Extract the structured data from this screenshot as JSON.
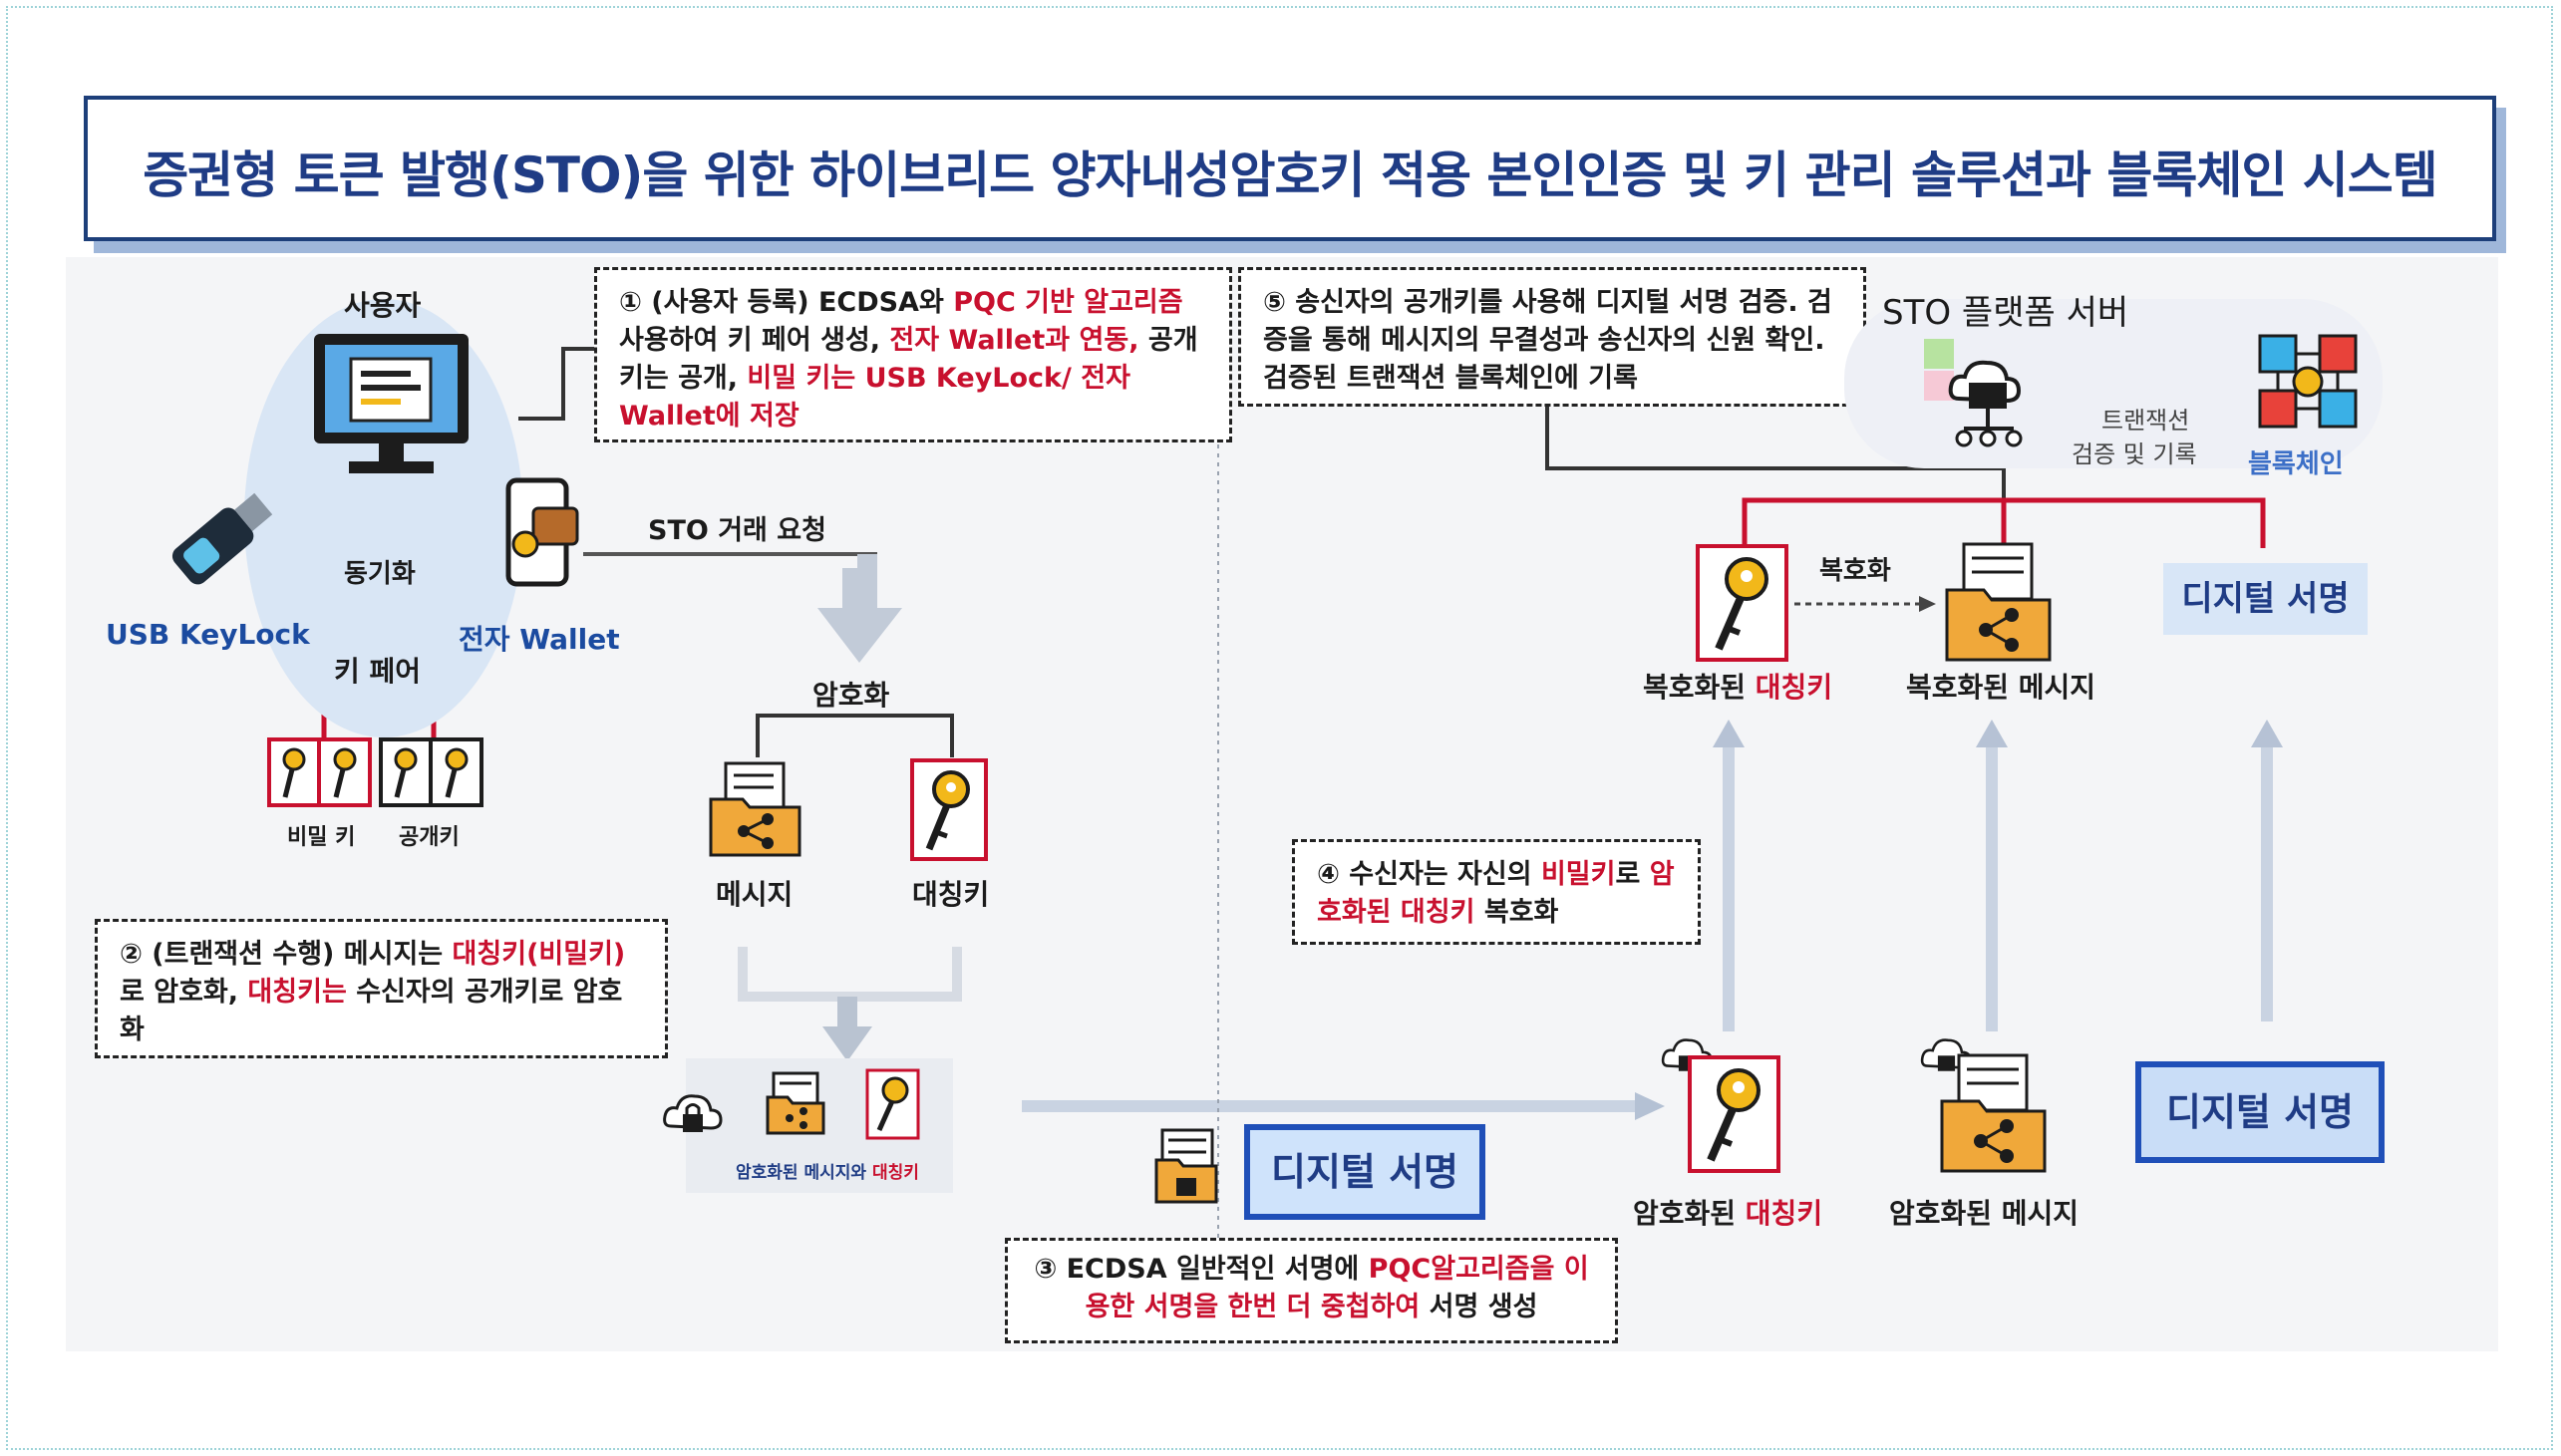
{
  "title": "증권형 토큰 발행(STO)을 위한 하이브리드 양자내성암호키 적용 본인인증 및 키 관리 솔루션과 블록체인 시스템",
  "user_section": {
    "user_label": "사용자",
    "usb_label": "USB KeyLock",
    "wallet_label": "전자 Wallet",
    "sync_label": "동기화",
    "keypair_label": "키 페어",
    "private_key_label": "비밀 키",
    "public_key_label": "공개키"
  },
  "sto_request_label": "STO 거래 요청",
  "encryption": {
    "label": "암호화",
    "message_label": "메시지",
    "symkey_label": "대칭키",
    "encrypted_caption_a": "암호화된 메시지와 ",
    "encrypted_caption_b": "대칭키"
  },
  "notes": {
    "step1": {
      "p1": "① (사용자 등록) ECDSA와 ",
      "p2": "PQC 기반 알고리즘",
      "p3": " 사용하여 키 페어 생성, ",
      "p4": "전자 Wallet과 연동,",
      "p5": " 공개 키는 공개, ",
      "p6": "비밀 키는 USB KeyLock/ 전자 Wallet에 저장"
    },
    "step2": {
      "p1": "② (트랜잭션 수행) 메시지는 ",
      "p2": "대칭키(비밀키)",
      "p3": " 로 암호화, ",
      "p4": "대칭키는",
      "p5": " 수신자의 공개키로 암호화"
    },
    "step3": {
      "p1": "③ ECDSA 일반적인 서명에 ",
      "p2": "PQC알고리즘을 이용한 서명을 한번 더 중첩하여",
      "p3": " 서명 생성"
    },
    "step4": {
      "p1": "④ 수신자는 자신의 ",
      "p2": "비밀키",
      "p3": "로 ",
      "p4": "암호화된 대칭키",
      "p5": " 복호화"
    },
    "step5": {
      "text": "⑤ 송신자의 공개키를 사용해 디지털 서명 검증. 검증을 통해 메시지의 무결성과 송신자의 신원 확인. 검증된 트랜잭션 블록체인에 기록"
    }
  },
  "server": {
    "title": "STO 플랫폼 서버",
    "verify_label_1": "트랜잭션",
    "verify_label_2": "검증 및 기록",
    "blockchain_label": "블록체인"
  },
  "receiver": {
    "decrypted_symkey_a": "복호화된 ",
    "decrypted_symkey_b": "대칭키",
    "decrypted_message": "복호화된 메시지",
    "decrypt_label": "복호화",
    "digital_signature_top": "디지털 서명",
    "encrypted_symkey_a": "암호화된 ",
    "encrypted_symkey_b": "대칭키",
    "encrypted_message": "암호화된 메시지",
    "digital_signature_bottom": "디지털 서명"
  },
  "digital_signature_mid": "디지털 서명",
  "colors": {
    "title_blue": "#1f3c85",
    "accent_red": "#c8102e",
    "key_yellow": "#f2b81a",
    "folder_orange": "#f0a83a"
  }
}
